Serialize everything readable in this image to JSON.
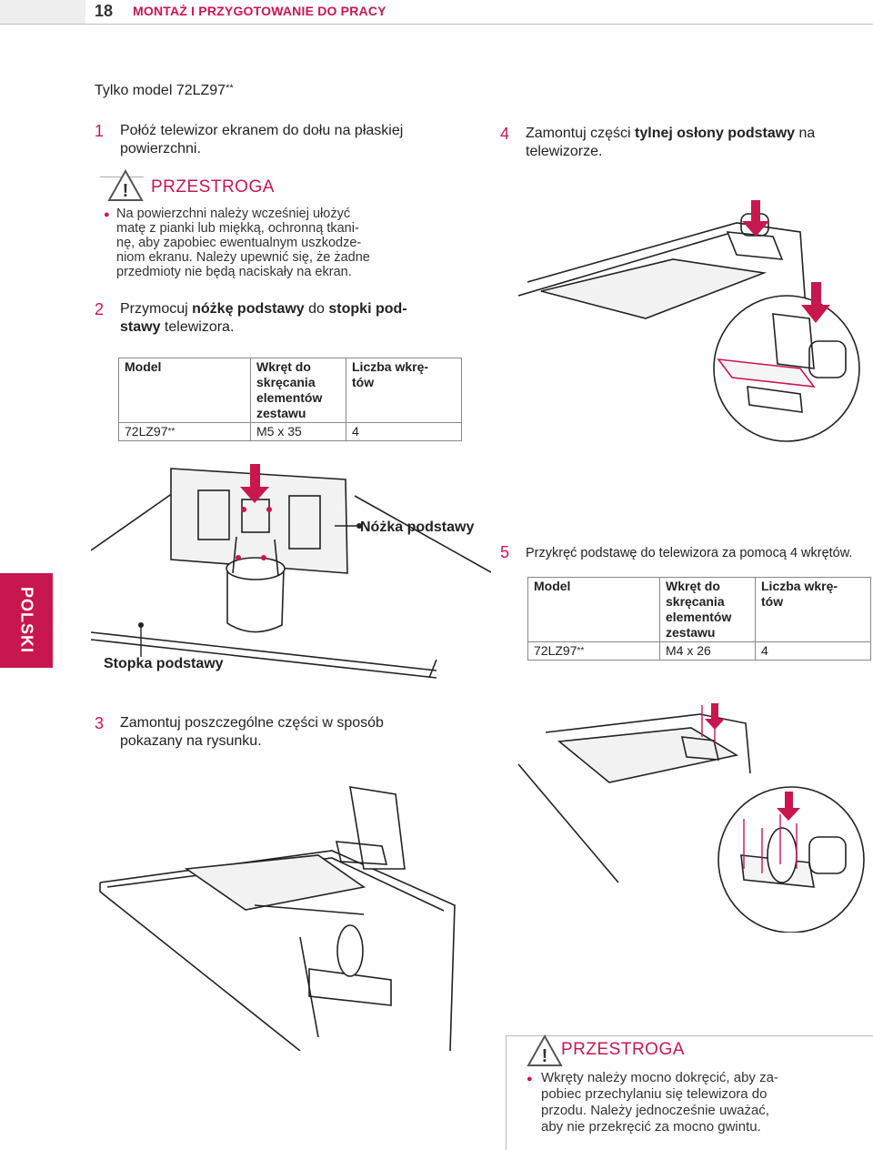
{
  "header": {
    "page_number": "18",
    "section_title": "MONTAŻ I PRZYGOTOWANIE DO PRACY"
  },
  "model_note": "Tylko model 72LZ97",
  "steps": {
    "s1": {
      "num": "1",
      "line1": "Połóż telewizor ekranem do dołu na płaskiej",
      "line2": "powierzchni."
    },
    "s2": {
      "num": "2",
      "l1_a": "Przymocuj ",
      "l1_b": "nóżkę podstawy",
      "l1_c": " do ",
      "l1_d": "stopki pod-",
      "l2_a": "stawy",
      "l2_b": " telewizora."
    },
    "s3": {
      "num": "3",
      "line1": "Zamontuj poszczególne części w sposób",
      "line2": "pokazany na rysunku."
    },
    "s4": {
      "num": "4",
      "l1_a": "Zamontuj części ",
      "l1_b": "tylnej osłony podstawy",
      "l1_c": " na",
      "line2": "telewizorze."
    },
    "s5": {
      "num": "5",
      "line1": "Przykręć podstawę do telewizora za pomocą 4 wkrętów."
    }
  },
  "caution1": {
    "title": "PRZESTROGA",
    "lines": [
      "Na powierzchni należy wcześniej ułożyć",
      "matę z pianki lub miękką, ochronną tkani-",
      "nę, aby zapobiec ewentualnym uszkodze-",
      "niom ekranu. Należy upewnić się, że żadne",
      "przedmioty nie będą naciskały na ekran."
    ]
  },
  "caution2": {
    "title": "PRZESTROGA",
    "lines": [
      "Wkręty należy mocno dokręcić, aby za-",
      "pobiec przechylaniu się telewizora do",
      "przodu. Należy jednocześnie uważać,",
      "aby nie przekręcić za mocno gwintu."
    ]
  },
  "table1": {
    "h1": "Model",
    "h2a": "Wkręt do",
    "h2b": "skręcania",
    "h2c": "elementów",
    "h2d": "zestawu",
    "h3a": "Liczba wkrę-",
    "h3b": "tów",
    "model": "72LZ97",
    "screw": "M5 x 35",
    "count": "4"
  },
  "table2": {
    "h1": "Model",
    "h2a": "Wkręt do",
    "h2b": "skręcania",
    "h2c": "elementów",
    "h2d": "zestawu",
    "h3a": "Liczba wkrę-",
    "h3b": "tów",
    "model": "72LZ97",
    "screw": "M4 x 26",
    "count": "4"
  },
  "labels": {
    "neck": "Nóżka podstawy",
    "base": "Stopka podstawy"
  },
  "side_tab": "POLSKI",
  "colors": {
    "accent": "#c8174e"
  }
}
